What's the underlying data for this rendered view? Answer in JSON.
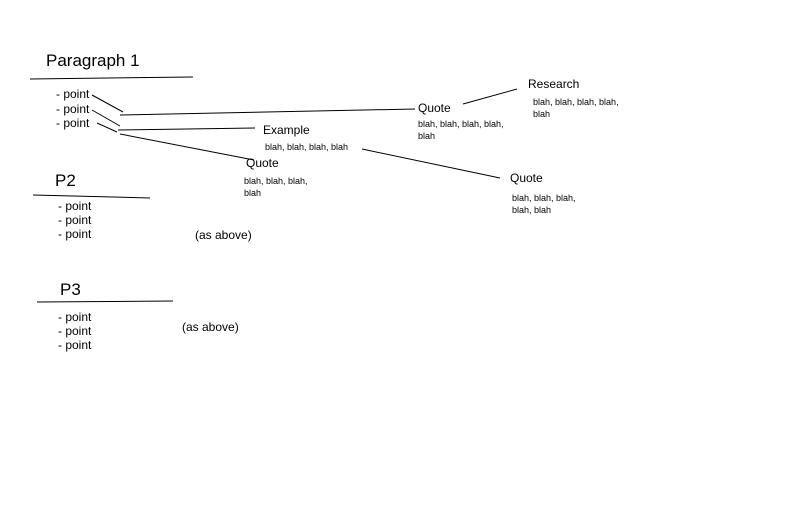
{
  "sections": [
    {
      "heading": "Paragraph 1",
      "points": [
        "- point",
        "- point",
        "- point"
      ]
    },
    {
      "heading": "P2",
      "points": [
        "- point",
        "- point",
        "- point"
      ],
      "note": "(as above)"
    },
    {
      "heading": "P3",
      "points": [
        "- point",
        "- point",
        "- point"
      ],
      "note": "(as above)"
    }
  ],
  "nodes": {
    "quote_top": {
      "label": "Quote",
      "text": "blah, blah, blah, blah, blah"
    },
    "research": {
      "label": "Research",
      "text": "blah, blah, blah, blah, blah"
    },
    "example": {
      "label": "Example",
      "text": "blah, blah, blah, blah"
    },
    "quote_mid": {
      "label": "Quote",
      "text": "blah, blah, blah, blah"
    },
    "quote_right": {
      "label": "Quote",
      "text": "blah, blah, blah, blah, blah"
    }
  }
}
